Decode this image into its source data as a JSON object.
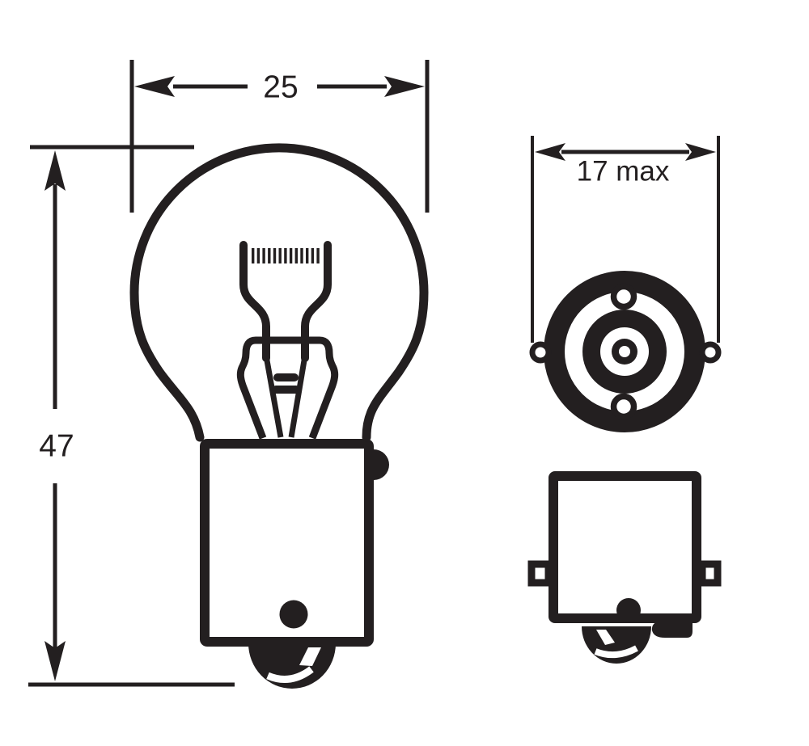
{
  "colors": {
    "ink": "#231f20",
    "paper": "#ffffff"
  },
  "dimensions": {
    "bulb_width": "25",
    "bulb_height": "47",
    "base_diameter": "17 max"
  }
}
